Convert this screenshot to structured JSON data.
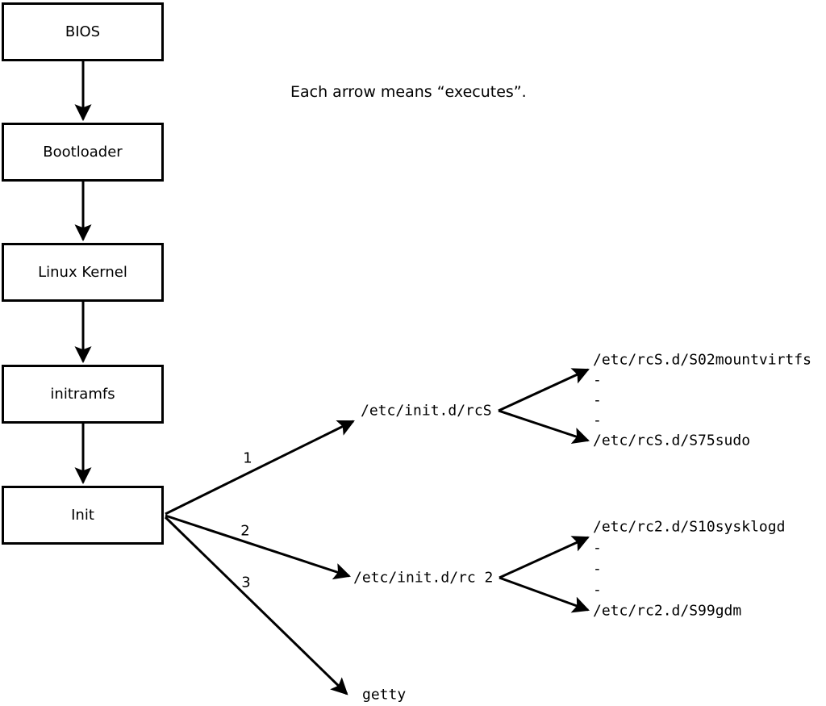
{
  "note": "Each arrow means “executes”.",
  "chain": [
    {
      "label": "BIOS"
    },
    {
      "label": "Bootloader"
    },
    {
      "label": "Linux Kernel"
    },
    {
      "label": "initramfs"
    },
    {
      "label": "Init"
    }
  ],
  "branches": [
    {
      "number": "1",
      "target": "/etc/init.d/rcS",
      "children": [
        "/etc/rcS.d/S02mountvirtfs",
        "-",
        "-",
        "-",
        "/etc/rcS.d/S75sudo"
      ]
    },
    {
      "number": "2",
      "target": "/etc/init.d/rc 2",
      "children": [
        "/etc/rc2.d/S10sysklogd",
        "-",
        "-",
        "-",
        "/etc/rc2.d/S99gdm"
      ]
    },
    {
      "number": "3",
      "target": "getty",
      "children": []
    }
  ],
  "colors": {
    "line": "#000000",
    "text": "#000000",
    "box_fill": "#ffffff",
    "box_border": "#000000",
    "background": "#ffffff"
  }
}
